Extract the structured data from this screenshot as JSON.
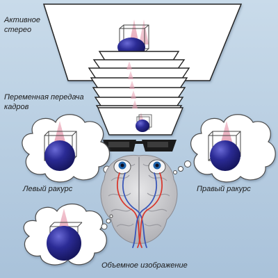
{
  "labels": {
    "active_stereo": "Активное\nстерео",
    "frame_sequencing": "Переменная передача\nкадров",
    "left_view": "Левый ракурс",
    "right_view": "Правый ракурс",
    "volumetric_image": "Объемное изображение"
  },
  "colors": {
    "background": "#c9dbea",
    "sphere": "#23237a",
    "cone": "#e9aebd",
    "nerve_red": "#d8392f",
    "nerve_blue": "#3a57b8",
    "glasses": "#1c1c1c",
    "brain": "#c9c9cc"
  },
  "icons": [
    "sphere-icon",
    "projection-cone-icon",
    "shutter-glasses-icon",
    "brain-icon",
    "eye-icon",
    "thought-cloud-icon"
  ]
}
